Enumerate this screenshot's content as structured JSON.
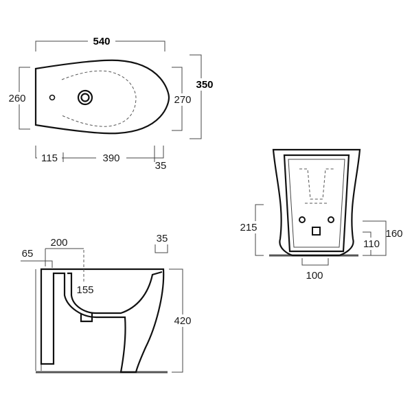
{
  "top_view": {
    "overall_length": "540",
    "overall_width": "350",
    "inner_width": "260",
    "bowl_width": "270",
    "left_offset": "115",
    "bowl_length": "390",
    "right_offset": "35"
  },
  "side_view": {
    "wall_gap": "65",
    "inlet_distance": "200",
    "top_offset": "35",
    "drain_depth": "155",
    "height": "420"
  },
  "front_view": {
    "inlet_height": "215",
    "outlet_total": "160",
    "outlet_height": "110",
    "outlet_spacing": "100"
  }
}
